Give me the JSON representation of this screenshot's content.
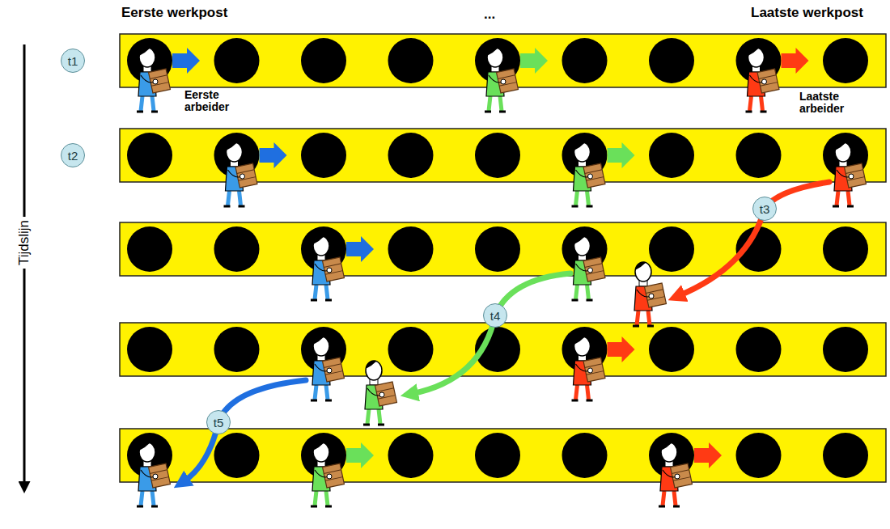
{
  "diagram": {
    "nodes": [
      {
        "text": [
          "t1"
        ]
      },
      {
        "text": [
          "t2"
        ]
      },
      {
        "text": [
          "t3"
        ]
      },
      {
        "text": [
          "t4"
        ]
      },
      {
        "text": [
          "t5"
        ]
      }
    ],
    "labels": [
      "Eerste werkpost",
      "...",
      "Laatste werkpost",
      "Eerste arbeider",
      "Laatste arbeider",
      "Tijdslijn"
    ]
  }
}
